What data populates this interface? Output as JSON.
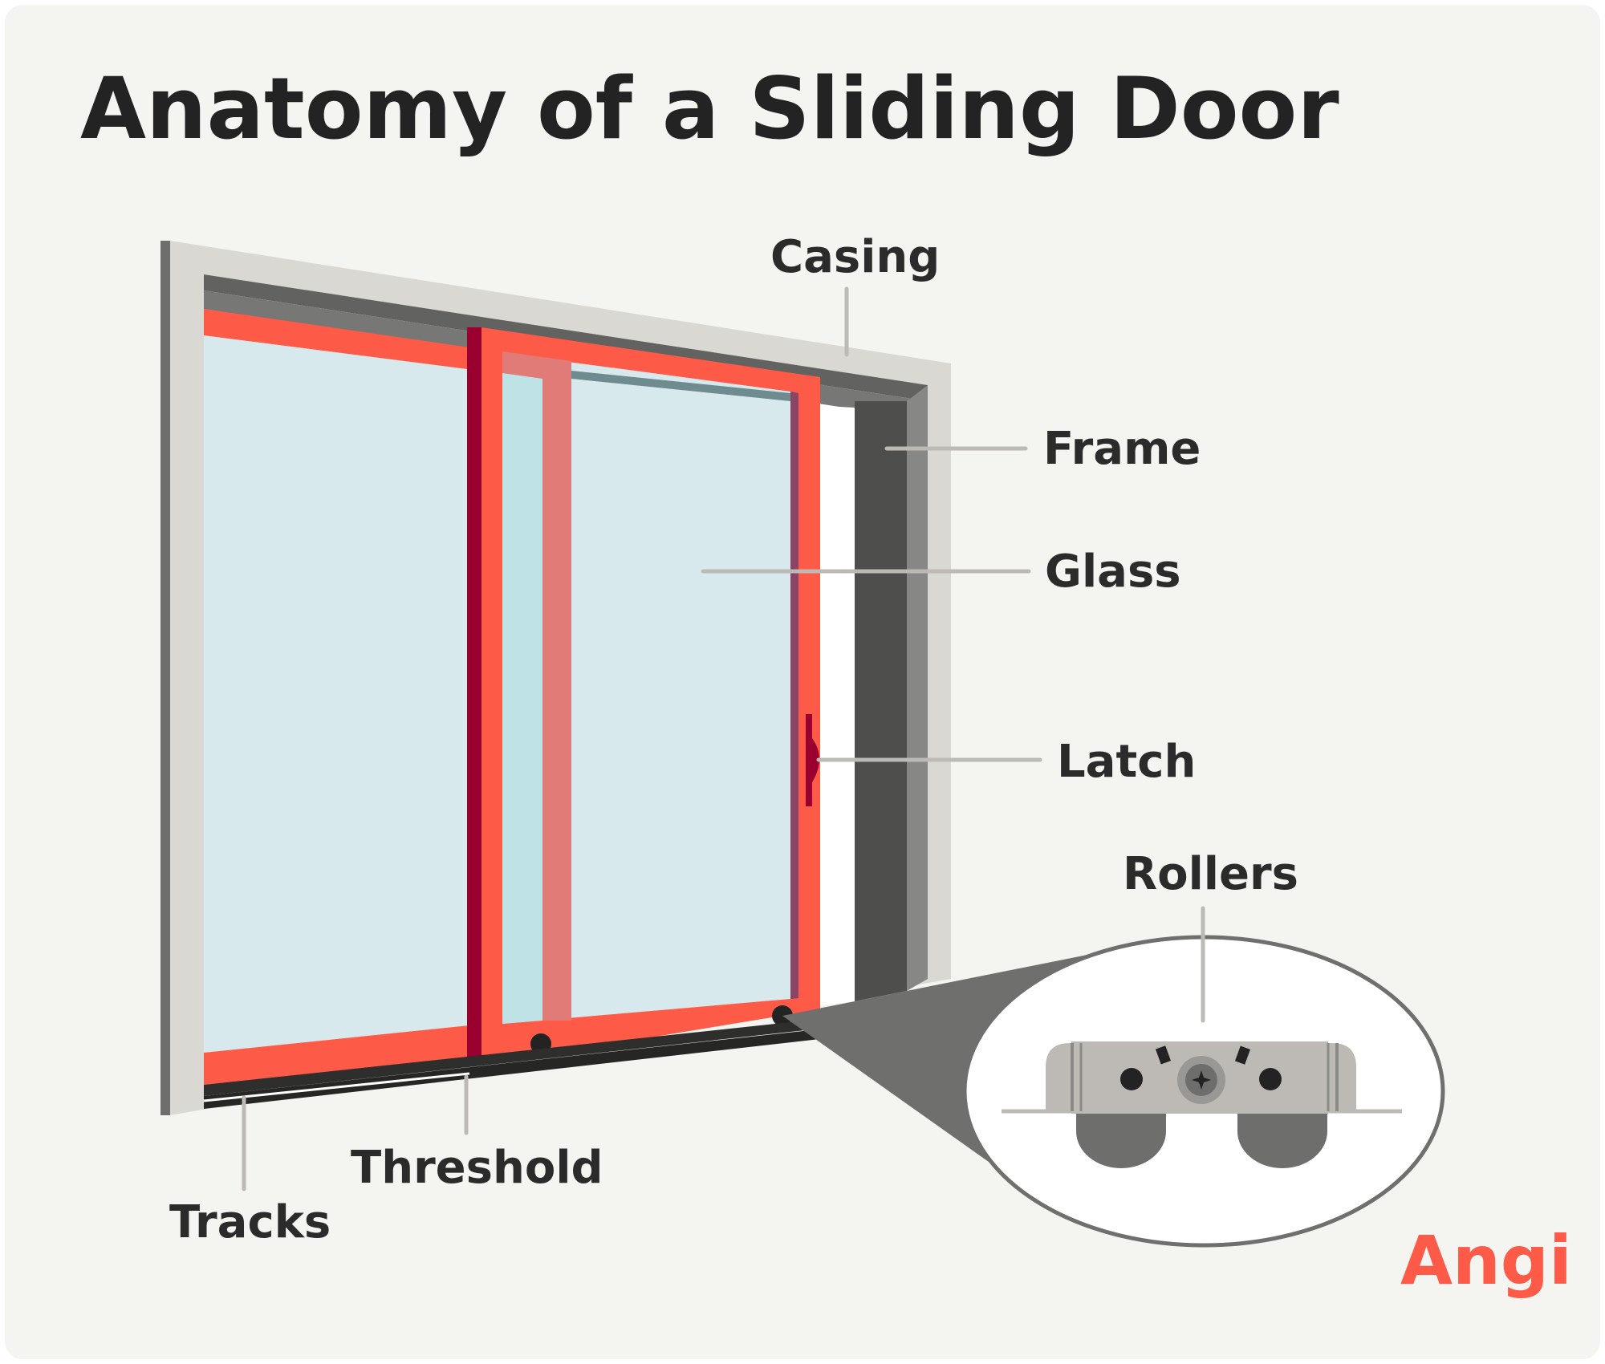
{
  "title": "Anatomy of a Sliding Door",
  "labels": {
    "casing": "Casing",
    "frame": "Frame",
    "glass": "Glass",
    "latch": "Latch",
    "rollers": "Rollers",
    "threshold": "Threshold",
    "tracks": "Tracks"
  },
  "logo": {
    "text": "Angi"
  },
  "colors": {
    "background": "#f4f4f0",
    "casing": "#dad8d2",
    "frame": "#4e4e4c",
    "door_frame": "#fd5a47",
    "door_edge": "#990030",
    "glass": "#d7e9ec",
    "leader_line": "#bdbab5",
    "logo": "#fd5a47"
  }
}
